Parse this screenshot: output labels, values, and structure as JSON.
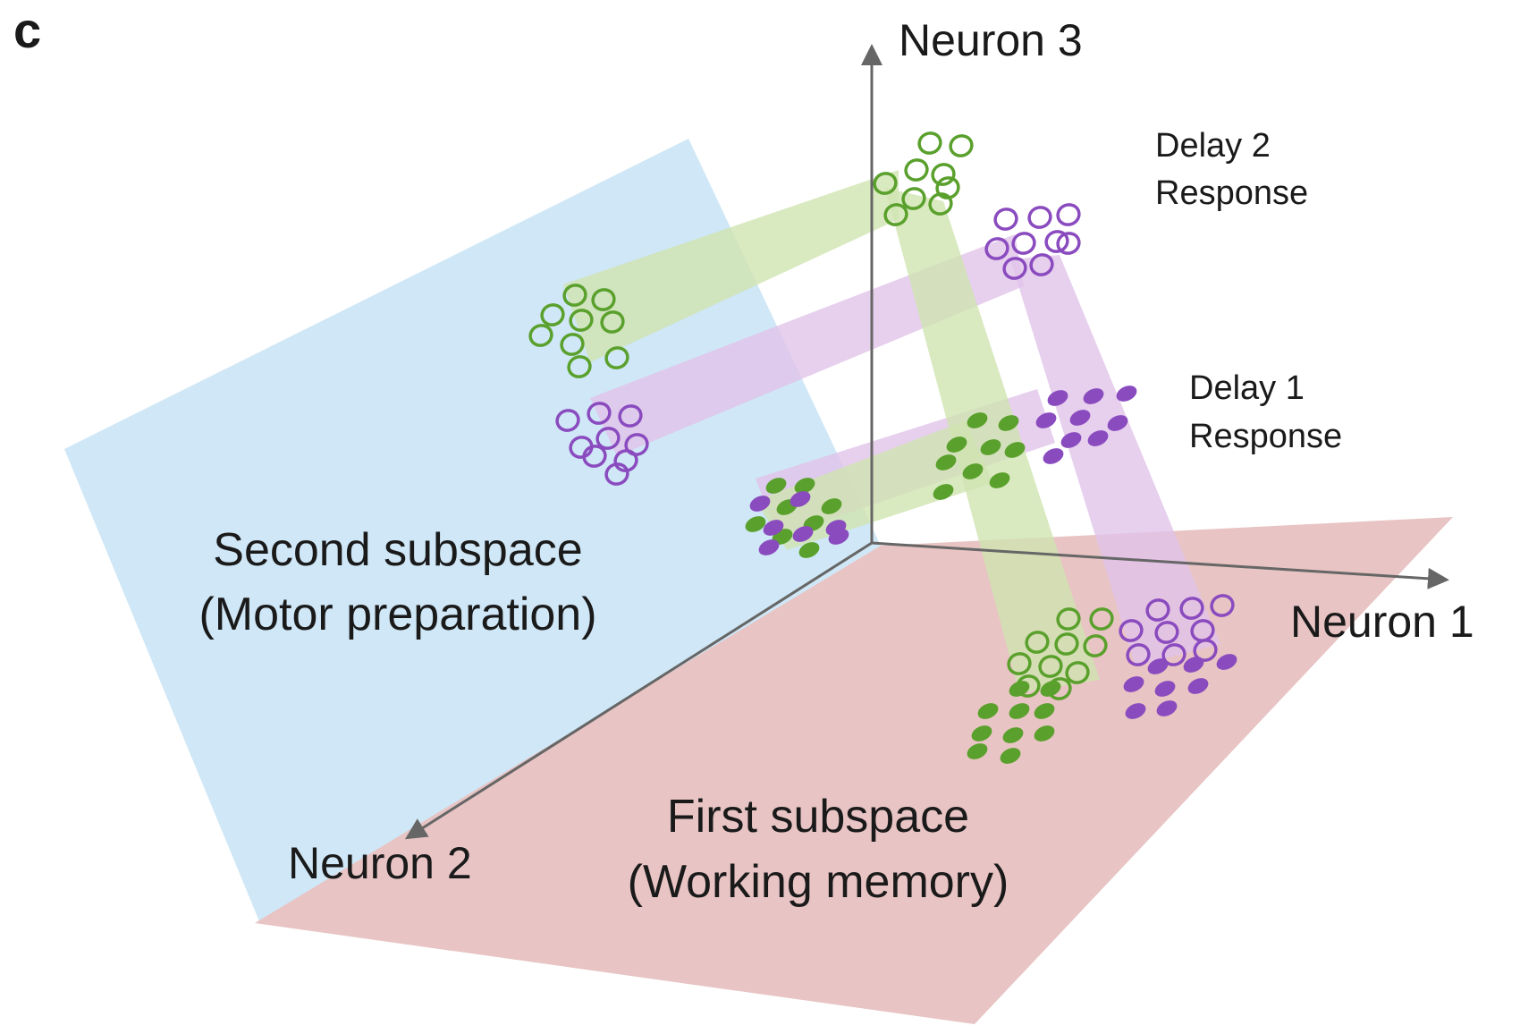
{
  "panel_letter": "c",
  "axes": {
    "x": "Neuron 1",
    "y": "Neuron 2",
    "z": "Neuron 3"
  },
  "planes": {
    "second": {
      "line1": "Second subspace",
      "line2": "(Motor preparation)"
    },
    "first": {
      "line1": "First subspace",
      "line2": "(Working memory)"
    }
  },
  "epochs": {
    "delay2": {
      "line1": "Delay 2",
      "line2": "Response"
    },
    "delay1": {
      "line1": "Delay 1",
      "line2": "Response"
    }
  },
  "colors": {
    "blue_plane": "#cfe7f6",
    "red_plane": "#e8c4c4",
    "green": "#5aa02c",
    "purple": "#8a4bbf",
    "green_band": "#cfe3b0",
    "purple_band": "#e1c3ea",
    "axis": "#666666"
  },
  "clusters": [
    {
      "name": "green-open-cluster-delay2",
      "color": "green",
      "style": "open"
    },
    {
      "name": "purple-open-cluster-delay2",
      "color": "purple",
      "style": "open"
    },
    {
      "name": "green-filled-cluster-delay1",
      "color": "green",
      "style": "filled"
    },
    {
      "name": "purple-filled-cluster-delay1",
      "color": "purple",
      "style": "filled"
    },
    {
      "name": "green-open-cluster-second-plane",
      "color": "green",
      "style": "open"
    },
    {
      "name": "purple-open-cluster-second-plane",
      "color": "purple",
      "style": "open"
    },
    {
      "name": "mixed-filled-cluster-second-plane",
      "color": "mixed",
      "style": "filled"
    },
    {
      "name": "green-open-cluster-first-plane",
      "color": "green",
      "style": "open"
    },
    {
      "name": "green-filled-cluster-first-plane",
      "color": "green",
      "style": "filled"
    },
    {
      "name": "purple-open-cluster-first-plane",
      "color": "purple",
      "style": "open"
    },
    {
      "name": "purple-filled-cluster-first-plane",
      "color": "purple",
      "style": "filled"
    }
  ]
}
